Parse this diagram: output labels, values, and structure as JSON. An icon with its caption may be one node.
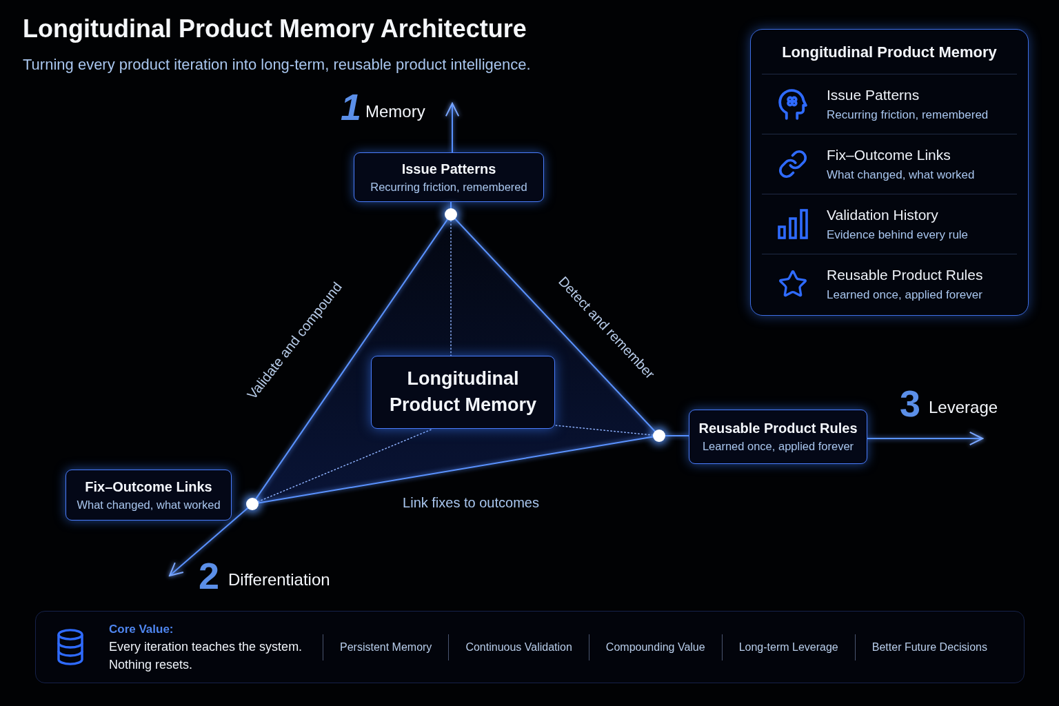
{
  "diagram": {
    "title": "Longitudinal Product Memory Architecture",
    "nodes": [
      {
        "text": [
          "Issue Patterns",
          "Recurring friction, remembered"
        ]
      },
      {
        "text": [],
        "shape": "circle"
      },
      {
        "text": [
          "Longitudinal Product Memory"
        ]
      },
      {
        "text": [
          "Fix–Outcome Links",
          "What changed, what worked"
        ]
      },
      {
        "text": [],
        "shape": "circle"
      },
      {
        "text": [
          "Reusable Product Rules",
          "Learned once, applied forever"
        ]
      },
      {
        "text": [],
        "shape": "circle"
      },
      {
        "text": [
          "Longitudinal Product Memory",
          "Issue Patterns",
          "Recurring friction, remembered",
          "Fix–Outcome Links",
          "What changed, what worked",
          "Validation History",
          "Evidence behind every rule",
          "Reusable Product Rules",
          "Learned once, applied forever"
        ]
      },
      {
        "text": [
          "Core Value:",
          "Every iteration teaches the system. Nothing resets.",
          "Persistent Memory",
          "Continuous Validation",
          "Compounding Value",
          "Long-term Leverage",
          "Better Future Decisions"
        ]
      }
    ],
    "edges": [
      {
        "from": 0,
        "to": null,
        "arrow": "to"
      },
      {
        "from": 0,
        "to": 1,
        "arrow": "none"
      },
      {
        "from": 4,
        "to": 1,
        "arrow": "none",
        "label": "Validate and compound"
      },
      {
        "from": 1,
        "to": 6,
        "arrow": "none",
        "label": "Detect and remember"
      },
      {
        "from": 4,
        "to": 6,
        "arrow": "none",
        "label": "Link fixes to outcomes"
      },
      {
        "from": 1,
        "to": 2,
        "arrow": "none",
        "style": "dashed"
      },
      {
        "from": 4,
        "to": 2,
        "arrow": "none",
        "style": "dashed"
      },
      {
        "from": 6,
        "to": 2,
        "arrow": "none",
        "style": "dashed"
      },
      {
        "from": 6,
        "to": 5,
        "arrow": "none"
      },
      {
        "from": 5,
        "to": null,
        "arrow": "to"
      },
      {
        "from": 4,
        "to": null,
        "arrow": "to"
      }
    ],
    "labels": [
      "Turning every product iteration into long-term, reusable product intelligence.",
      "1",
      "Memory",
      "3",
      "Leverage",
      "2",
      "Differentiation"
    ]
  }
}
